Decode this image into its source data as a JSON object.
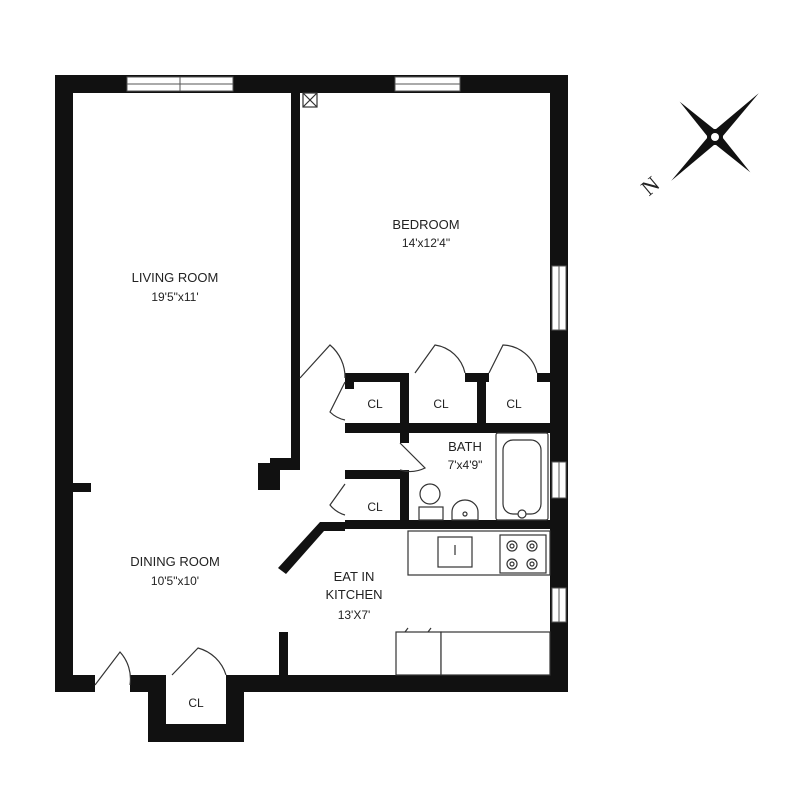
{
  "rooms": {
    "living": {
      "name": "LIVING ROOM",
      "dims": "19'5\"x11'"
    },
    "bedroom": {
      "name": "BEDROOM",
      "dims": "14'x12'4\""
    },
    "dining": {
      "name": "DINING ROOM",
      "dims": "10'5\"x10'"
    },
    "kitchen": {
      "name_line1": "EAT IN",
      "name_line2": "KITCHEN",
      "dims": "13'X7'"
    },
    "bath": {
      "name": "BATH",
      "dims": "7'x4'9\""
    }
  },
  "closets": {
    "label": "CL"
  },
  "compass": {
    "letter": "N"
  },
  "colors": {
    "wall": "#111111",
    "line": "#333333",
    "background": "#ffffff"
  }
}
